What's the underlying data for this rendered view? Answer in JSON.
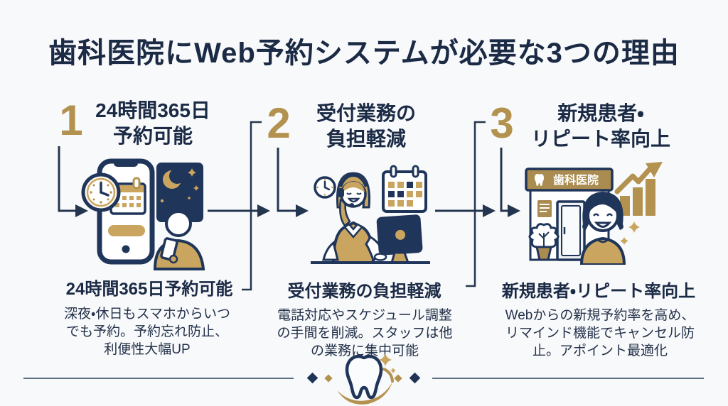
{
  "palette": {
    "navy": "#1e3356",
    "gold": "#b3924f",
    "gold_light": "#c9a55f",
    "title_navy": "#1b2a45",
    "background": "#f8f9fb"
  },
  "title": "歯科医院にWeb予約システムが必要な3つの理由",
  "steps": [
    {
      "number": "1",
      "heading_lines": [
        "24時間365日",
        "予約可能"
      ],
      "subheading": "24時間365日予約可能",
      "description_lines": [
        "深夜・休日もスマホからいつ",
        "でも予約。予約忘れ防止、",
        "利便性大幅UP"
      ],
      "illustration": "smartphone-night-booking-illustration"
    },
    {
      "number": "2",
      "heading_lines": [
        "受付業務の",
        "負担軽減"
      ],
      "subheading": "受付業務の負担軽減",
      "description_lines": [
        "電話対応やスケジュール調整",
        "の手間を削減。スタッフは他",
        "の業務に集中可能"
      ],
      "illustration": "receptionist-computer-illustration"
    },
    {
      "number": "3",
      "heading_lines": [
        "新規患者・",
        "リピート率向上"
      ],
      "subheading": "新規患者・リピート率向上",
      "description_lines": [
        "Webからの新規予約率を高め、",
        "リマインド機能でキャンセル防",
        "止。アポイント最適化"
      ],
      "illustration": "clinic-growth-illustration"
    }
  ],
  "clinic_sign": "歯科医院",
  "footer": {
    "logo": "tooth-orbit-logo"
  }
}
